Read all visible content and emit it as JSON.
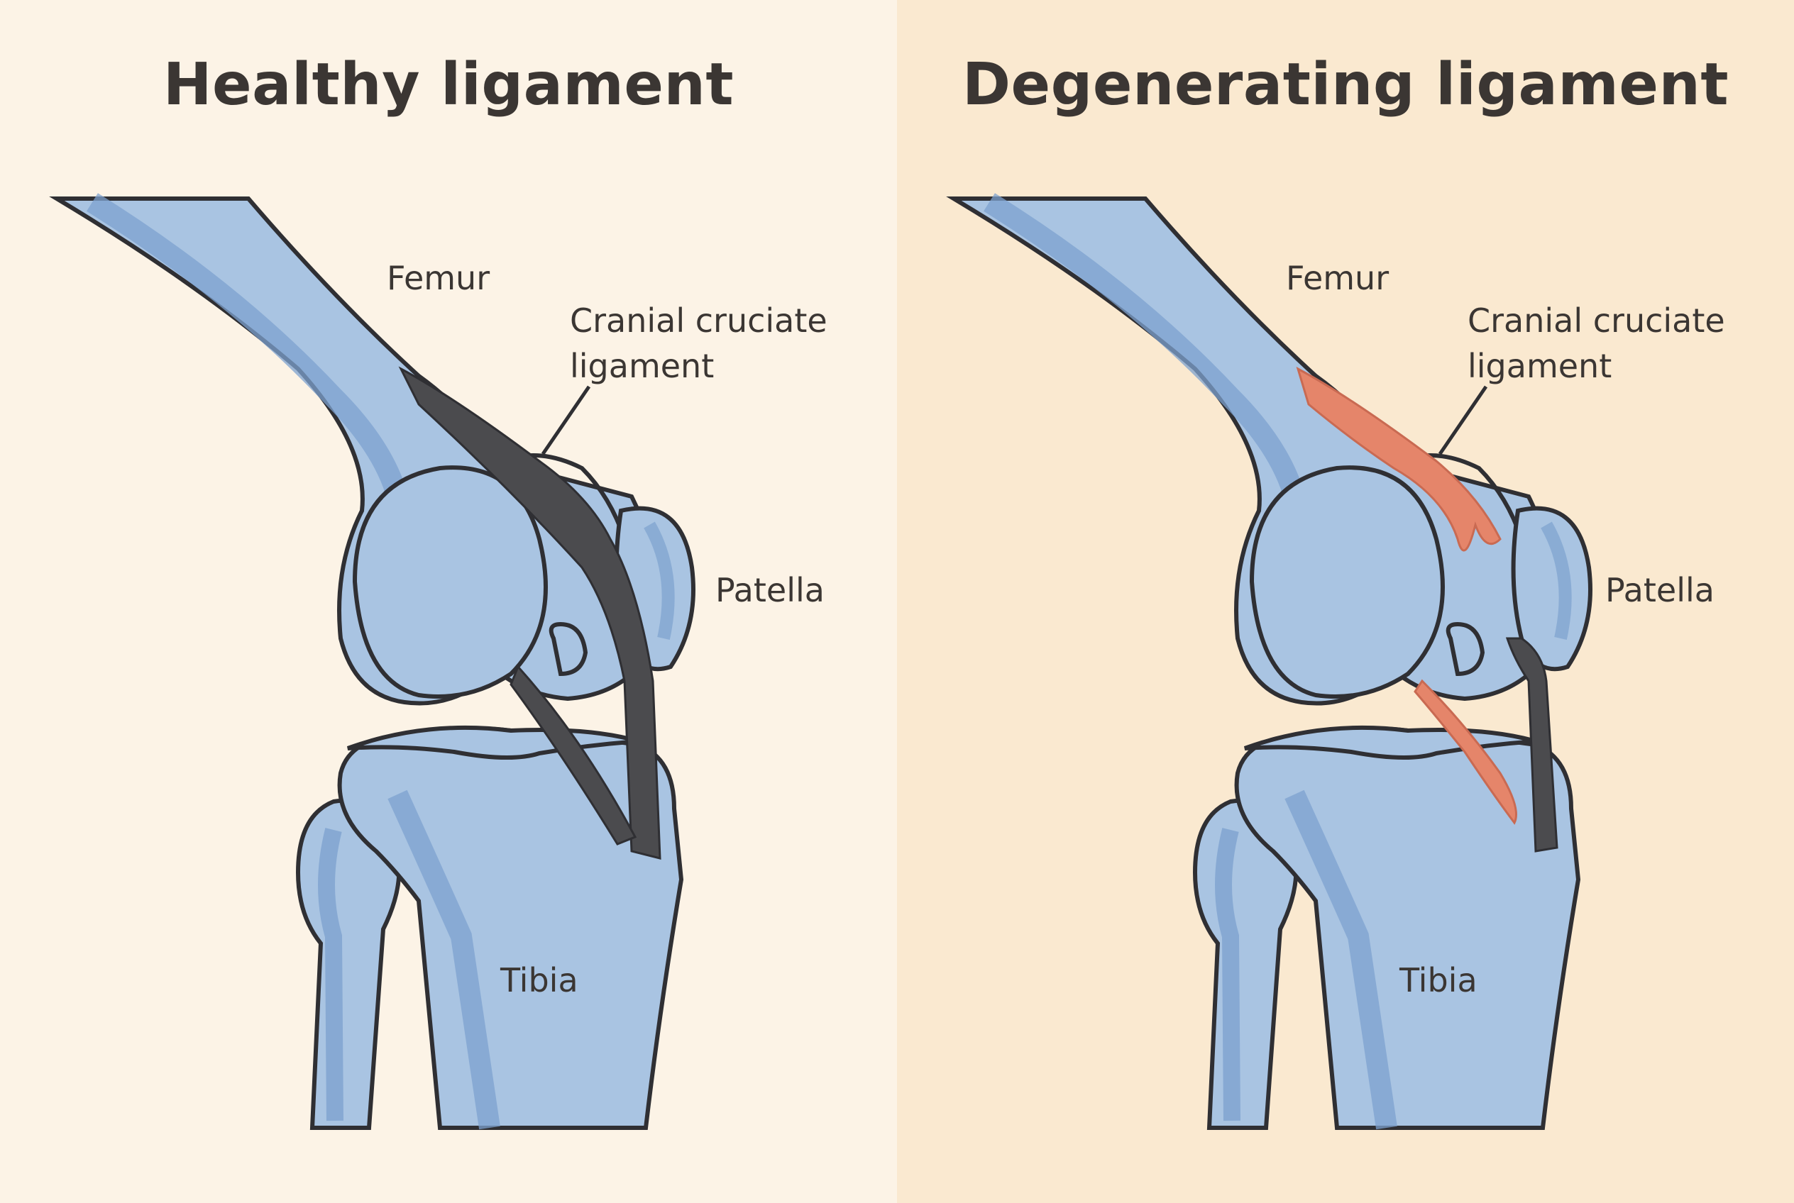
{
  "panels": [
    {
      "id": "healthy",
      "title": "Healthy ligament",
      "labels": {
        "femur": "Femur",
        "ligament": "Cranial cruciate ligament",
        "patella": "Patella",
        "tibia": "Tibia"
      }
    },
    {
      "id": "degenerating",
      "title": "Degenerating ligament",
      "labels": {
        "femur": "Femur",
        "ligament": "Cranial cruciate ligament",
        "patella": "Patella",
        "tibia": "Tibia"
      }
    }
  ],
  "colors": {
    "background_left": "#fcf3e6",
    "background_right": "#fae9d0",
    "bone_fill": "#a9c4e2",
    "bone_shadow": "#7ea2cf",
    "outline": "#2f2f33",
    "healthy_ligament": "#4b4b4e",
    "damaged_ligament": "#e5856a",
    "text": "#3b3633"
  }
}
